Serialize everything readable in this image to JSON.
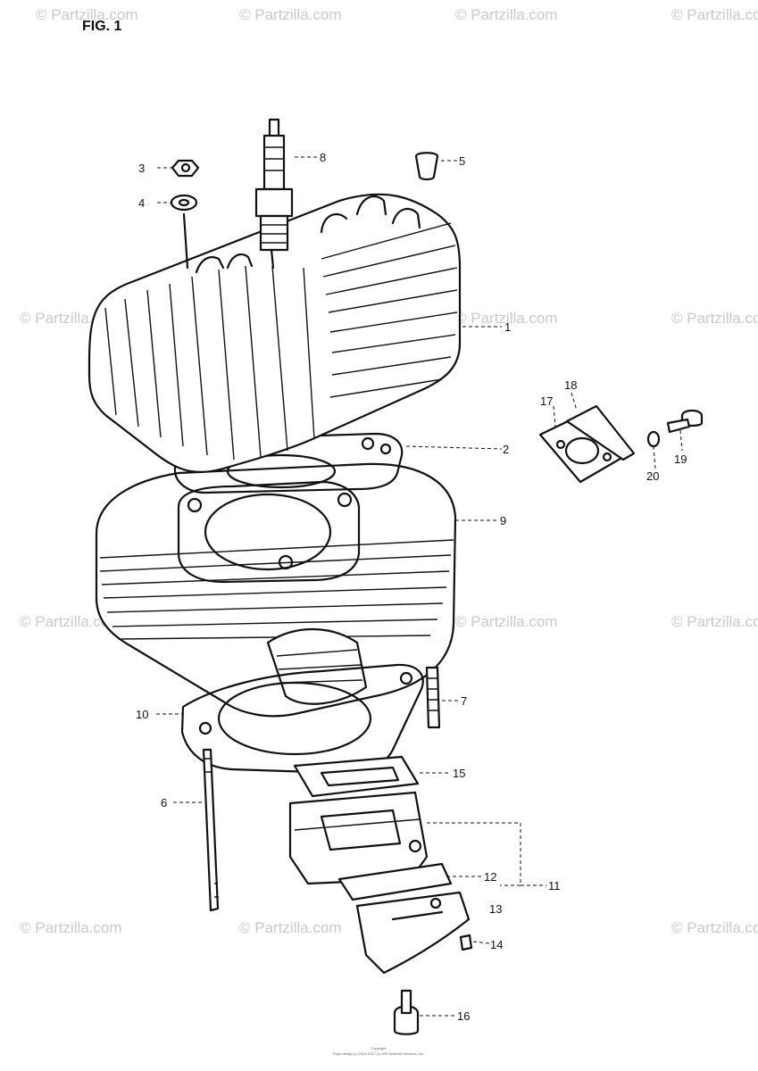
{
  "figure_label": "FIG. 1",
  "watermark": "© Partzilla.com",
  "copyright": {
    "line1": "Copyright",
    "line2": "Page design (c) 2004-2017 (c) ARI Network Services, Inc."
  },
  "callouts": [
    "1",
    "2",
    "3",
    "4",
    "5",
    "6",
    "7",
    "8",
    "9",
    "10",
    "11",
    "12",
    "13",
    "14",
    "15",
    "16",
    "17",
    "18",
    "19",
    "20"
  ]
}
